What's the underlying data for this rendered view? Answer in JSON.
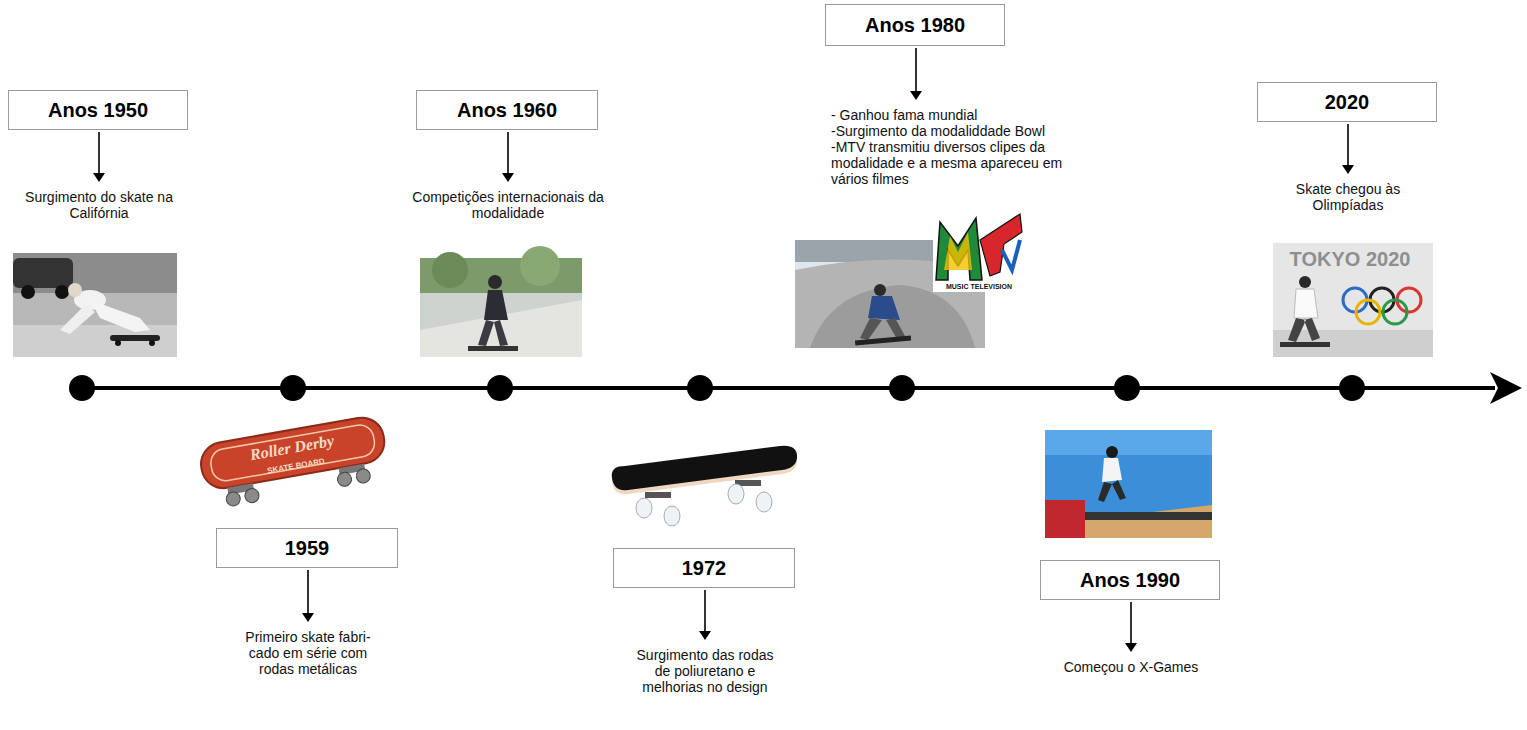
{
  "diagram": {
    "nodes": [
      {
        "text": [
          "Anos 1950",
          "Surgimento do skate na Califórnia"
        ]
      },
      {
        "text": [
          "1959",
          "Primeiro skate fabri- cado em série com rodas metálicas"
        ]
      },
      {
        "text": [
          "Anos 1960",
          "Competições internacionais da modalidade"
        ]
      },
      {
        "text": [
          "1972",
          "Surgimento das rodas de poliuretano e melhorias no design"
        ]
      },
      {
        "text": [
          "Anos 1980",
          "- Ganhou fama mundial",
          "-Surgimento da modaliddade Bowl",
          "-MTV transmitiu diversos clipes da modalidade e a mesma apareceu em vários filmes"
        ]
      },
      {
        "text": [
          "Anos 1990",
          "Começou o X-Games"
        ]
      },
      {
        "text": [
          "2020",
          "Skate chegou às Olimpíadas"
        ]
      }
    ],
    "labels": [
      "Roller Derby",
      "SKATE BOARD",
      "MUSIC TELEVISION",
      "TOKYO 2020"
    ]
  }
}
